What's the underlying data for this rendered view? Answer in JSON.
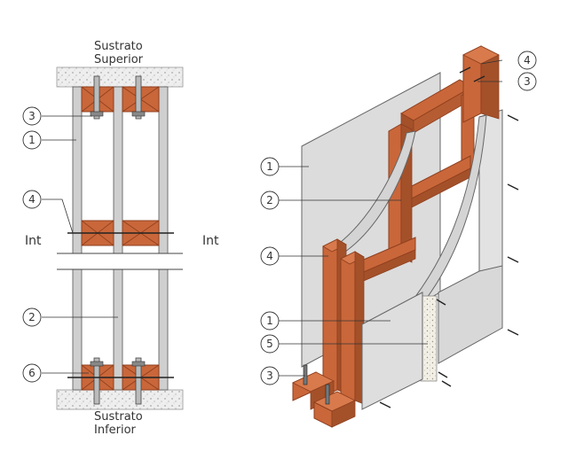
{
  "left": {
    "top_label": [
      "Sustrato",
      "Superior"
    ],
    "bottom_label": [
      "Sustrato",
      "Inferior"
    ],
    "side_left": "Int",
    "side_right": "Int",
    "callouts": [
      {
        "n": "3"
      },
      {
        "n": "1"
      },
      {
        "n": "4"
      },
      {
        "n": "2"
      },
      {
        "n": "6"
      }
    ]
  },
  "right": {
    "callouts": [
      {
        "n": "4"
      },
      {
        "n": "3"
      },
      {
        "n": "1"
      },
      {
        "n": "2"
      },
      {
        "n": "4"
      },
      {
        "n": "1"
      },
      {
        "n": "5"
      },
      {
        "n": "3"
      }
    ]
  },
  "colors": {
    "wood": "#c9673a",
    "wood_dark": "#8e3f1e",
    "board": "#d9d9d9",
    "insulation": "#ede8dc",
    "substrate": "#e6e6e6"
  }
}
